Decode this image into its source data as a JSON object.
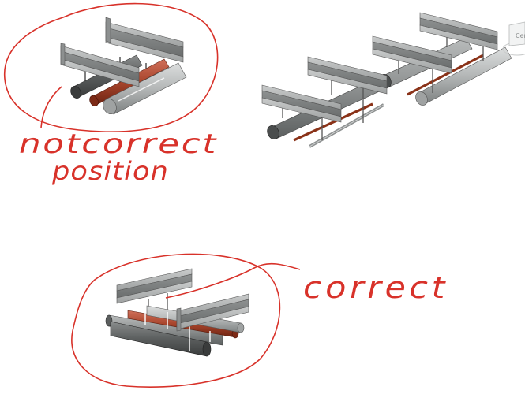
{
  "annotations": {
    "incorrect_line1": "notcorrect",
    "incorrect_line2": "position",
    "correct": "correct"
  },
  "view_cube_label": "Cen",
  "colors": {
    "ink": "#d8322a",
    "steel_light": "#a9abab",
    "steel_dark": "#6f7272",
    "pipe_dark": "#4a4d4d",
    "pipe_light": "#c4c6c6",
    "copper": "#b0482c",
    "copper_dark": "#7c2a16"
  }
}
